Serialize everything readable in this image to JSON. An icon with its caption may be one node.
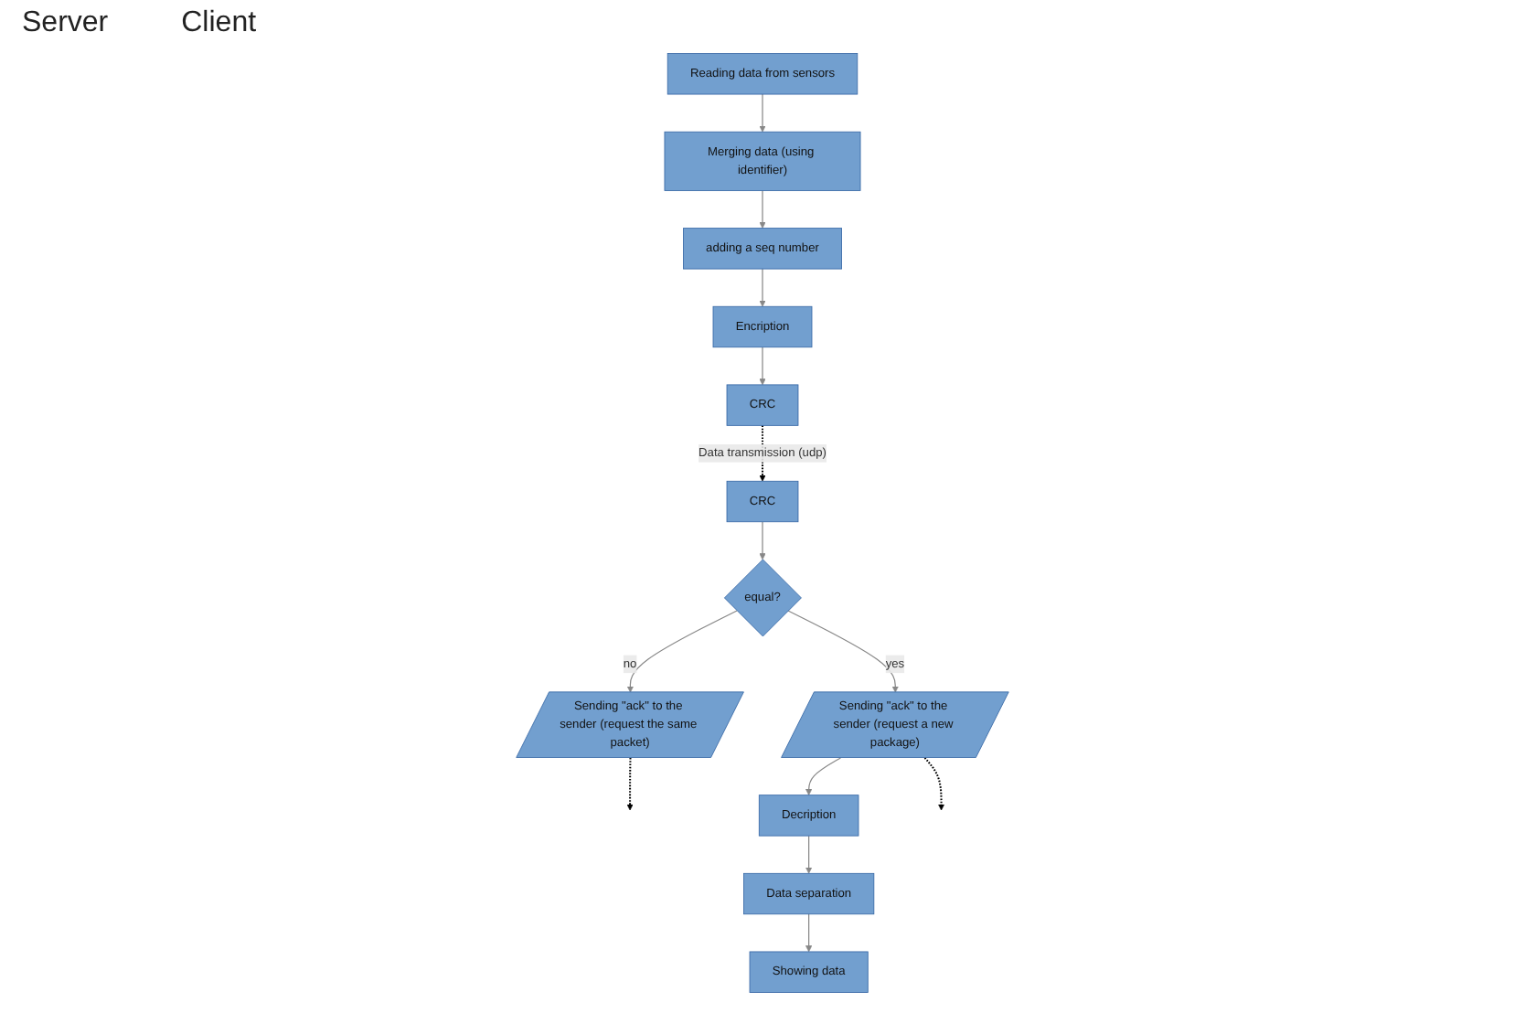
{
  "diagram": {
    "nodes": [
      {
        "text": [
          "Reading data from sensors"
        ]
      },
      {
        "text": [
          "Merging data (using identifier)"
        ]
      },
      {
        "text": [
          "adding a seq number"
        ]
      },
      {
        "text": [
          "Encription"
        ]
      },
      {
        "text": [
          "CRC"
        ]
      },
      {
        "text": [
          "CRC"
        ]
      },
      {
        "text": [
          "equal?"
        ]
      },
      {
        "text": [
          "Sending \"ack\" to the sender (request the same packet)"
        ]
      },
      {
        "text": [
          "Sending \"ack\" to the sender (request a new package)"
        ]
      },
      {
        "text": [
          "Decription"
        ]
      },
      {
        "text": [
          "Data separation"
        ]
      },
      {
        "text": [
          "Showing data"
        ]
      }
    ],
    "edges": [
      {
        "from": 0,
        "to": 1,
        "arrow": "to"
      },
      {
        "from": 1,
        "to": 2,
        "arrow": "to"
      },
      {
        "from": 2,
        "to": 3,
        "arrow": "to"
      },
      {
        "from": 3,
        "to": 4,
        "arrow": "to"
      },
      {
        "from": 4,
        "to": 5,
        "arrow": "to",
        "label": "Data transmission (udp)",
        "style": "dashed",
        "color": "#000000"
      },
      {
        "from": 5,
        "to": 6,
        "arrow": "to"
      },
      {
        "from": 6,
        "to": 7,
        "arrow": "to",
        "label": "no"
      },
      {
        "from": 6,
        "to": 8,
        "arrow": "to",
        "label": "yes"
      },
      {
        "from": 8,
        "to": 9,
        "arrow": "to"
      },
      {
        "from": 9,
        "to": 10,
        "arrow": "to"
      },
      {
        "from": 10,
        "to": 11,
        "arrow": "to"
      },
      {
        "from": 7,
        "to": null,
        "arrow": "to",
        "style": "dashed",
        "color": "#000000"
      },
      {
        "from": 8,
        "to": null,
        "arrow": "to",
        "style": "dashed",
        "color": "#000000"
      }
    ],
    "labels": [
      "Server",
      "Client"
    ]
  }
}
